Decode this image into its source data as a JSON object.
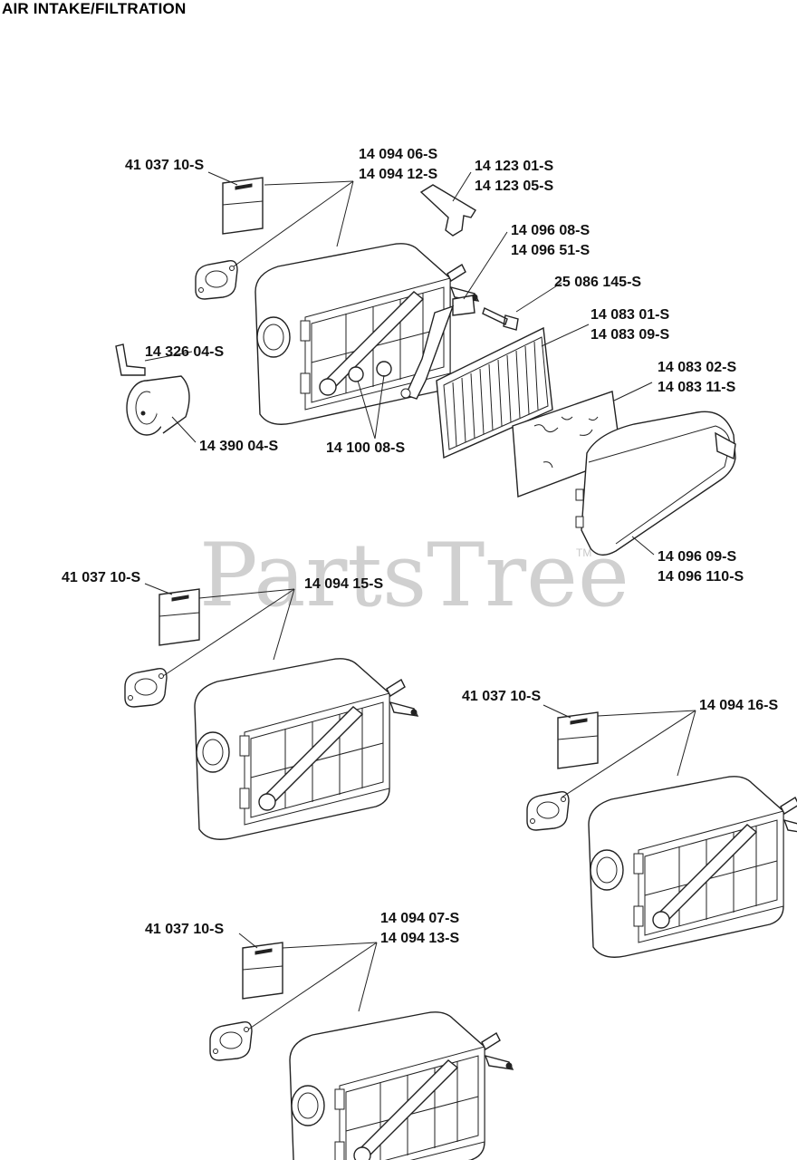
{
  "title": "AIR INTAKE/FILTRATION",
  "watermark": {
    "text": "PartsTree",
    "tm": "TM"
  },
  "callouts": [
    {
      "id": "label-decal-1",
      "lines": [
        "41 037 10-S"
      ]
    },
    {
      "id": "housing-1",
      "lines": [
        "14 094 06-S",
        "14 094 12-S"
      ]
    },
    {
      "id": "breather-tube",
      "lines": [
        "14 123 01-S",
        "14 123 05-S"
      ]
    },
    {
      "id": "bracket",
      "lines": [
        "14 096 08-S",
        "14 096 51-S"
      ]
    },
    {
      "id": "screw",
      "lines": [
        "25 086 145-S"
      ]
    },
    {
      "id": "filter-element",
      "lines": [
        "14 083 01-S",
        "14 083 09-S"
      ]
    },
    {
      "id": "precleaner",
      "lines": [
        "14 083 02-S",
        "14 083 11-S"
      ]
    },
    {
      "id": "hose",
      "lines": [
        "14 326 04-S"
      ]
    },
    {
      "id": "fitting",
      "lines": [
        "14 390 04-S"
      ]
    },
    {
      "id": "nuts",
      "lines": [
        "14 100 08-S"
      ]
    },
    {
      "id": "cover",
      "lines": [
        "14 096 09-S",
        "14 096 110-S"
      ]
    },
    {
      "id": "label-decal-2",
      "lines": [
        "41 037 10-S"
      ]
    },
    {
      "id": "housing-2",
      "lines": [
        "14 094 15-S"
      ]
    },
    {
      "id": "label-decal-3",
      "lines": [
        "41 037 10-S"
      ]
    },
    {
      "id": "housing-3",
      "lines": [
        "14 094 16-S"
      ]
    },
    {
      "id": "label-decal-4",
      "lines": [
        "41 037 10-S"
      ]
    },
    {
      "id": "housing-4",
      "lines": [
        "14 094 07-S",
        "14 094 13-S"
      ]
    }
  ]
}
